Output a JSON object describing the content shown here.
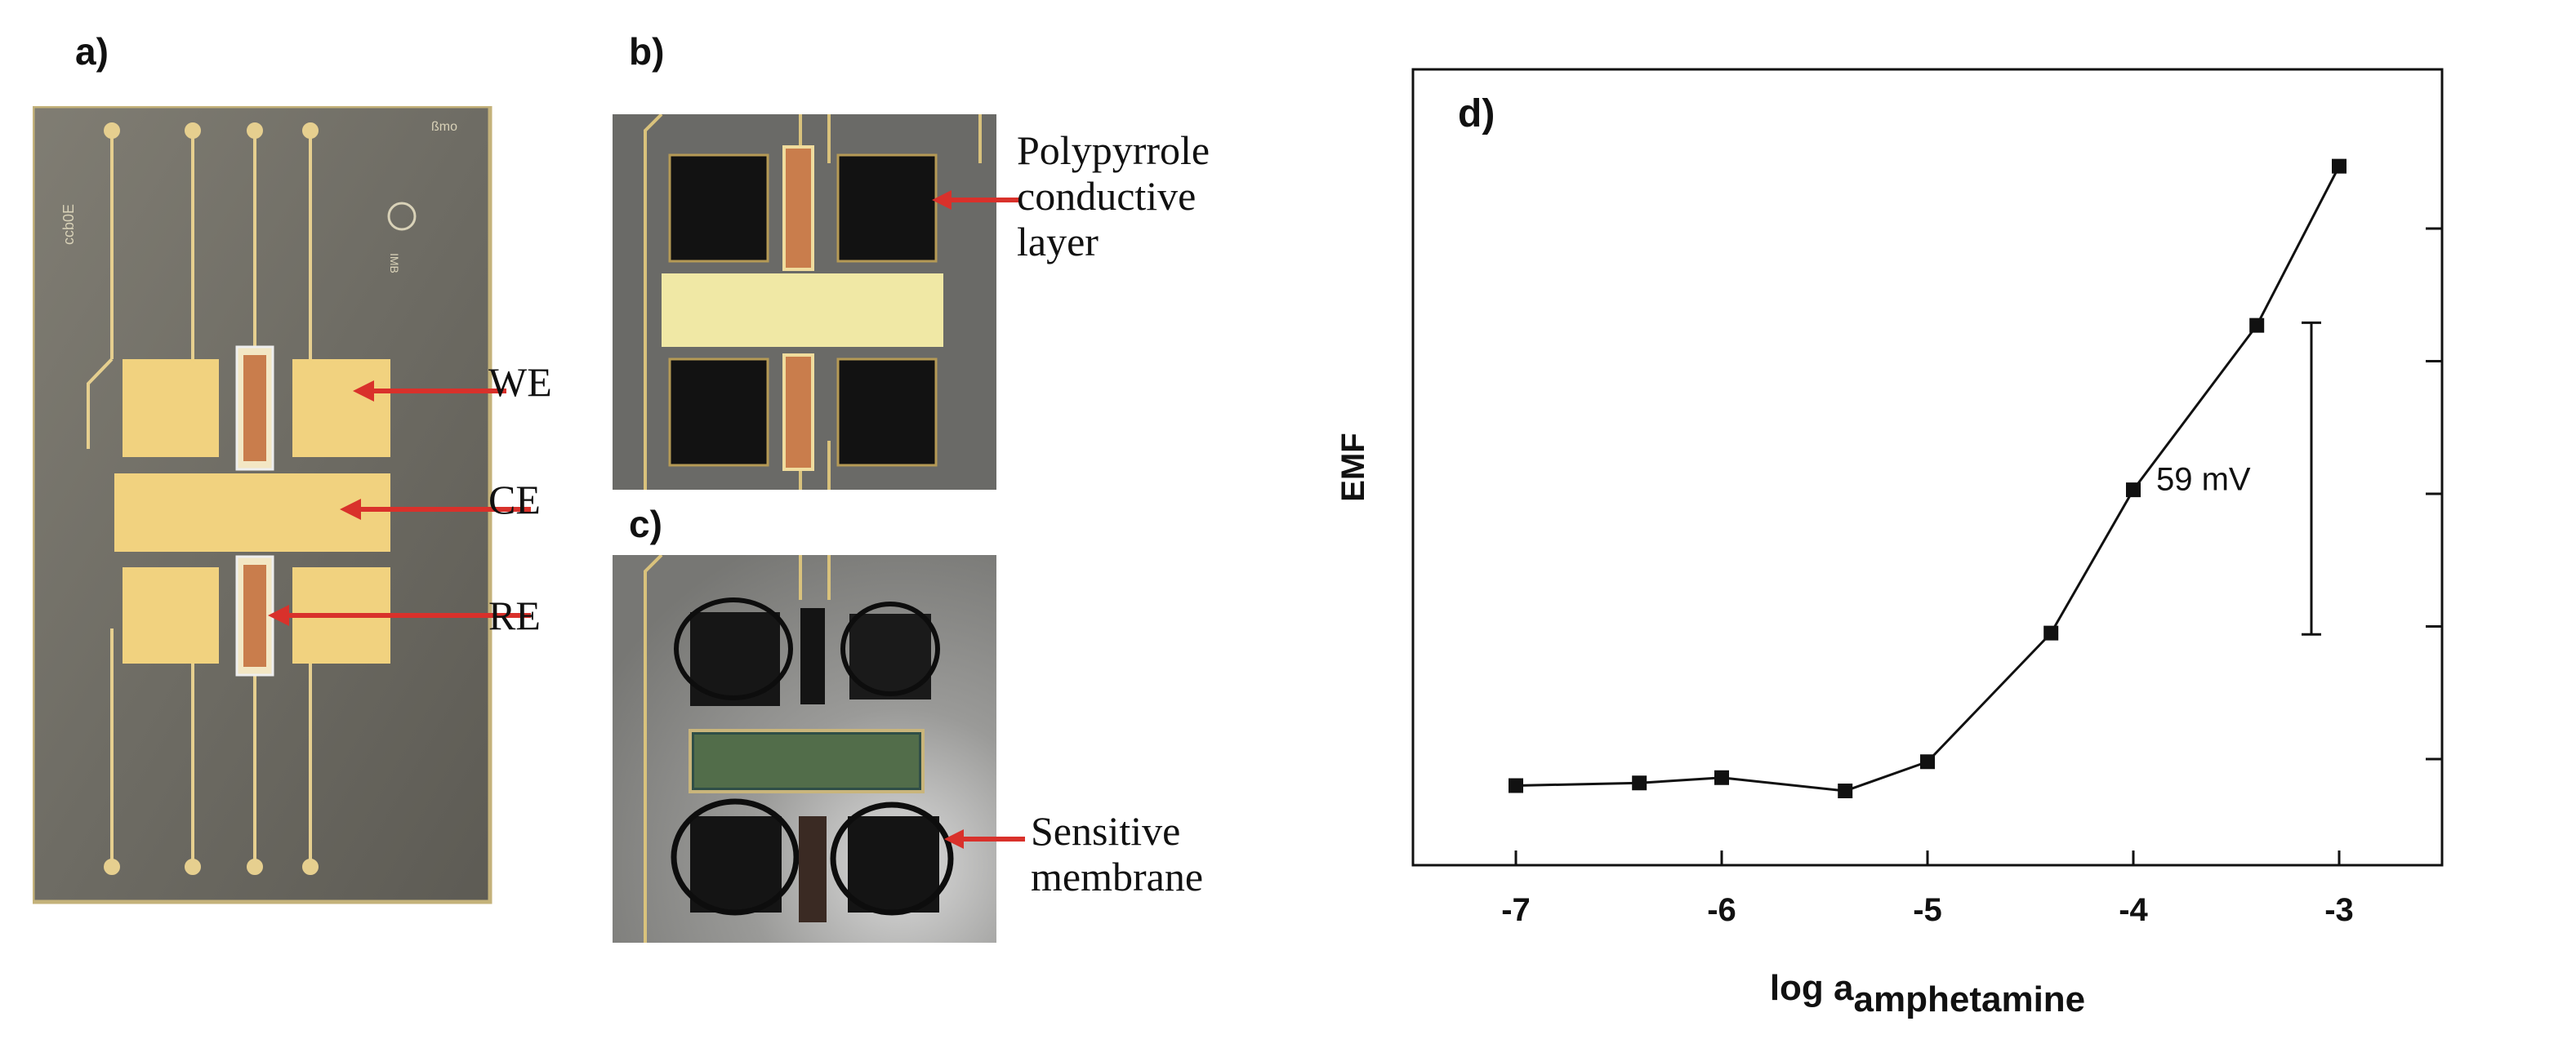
{
  "panels": {
    "a": {
      "label": "a)",
      "electrodes": [
        {
          "label": "WE",
          "color": "#d9312b"
        },
        {
          "label": "CE",
          "color": "#d9312b"
        },
        {
          "label": "RE",
          "color": "#d9312b"
        }
      ],
      "chip_marks": {
        "top_right": "ßmo",
        "side": "ccb0E",
        "logo_text": "IMB"
      }
    },
    "b": {
      "label": "b)",
      "annotation": [
        "Polypyrrole",
        "conductive",
        "layer"
      ]
    },
    "c": {
      "label": "c)",
      "annotation": [
        "Sensitive",
        "membrane"
      ]
    },
    "d": {
      "label": "d)"
    }
  },
  "colors": {
    "arrow": "#d9312b",
    "chip_bg": "#6e6c64",
    "gold": "#f1d27f",
    "polypyrrole": "#c97d4c",
    "black_pad": "#121212"
  },
  "chart_data": {
    "type": "line",
    "xlabel": "log a",
    "xlabel_subscript": "amphetamine",
    "ylabel": "EMF",
    "x": [
      -7,
      -6.4,
      -6,
      -5.4,
      -5,
      -4.4,
      -4,
      -3.4,
      -3
    ],
    "y": [
      10,
      12,
      16,
      6,
      28,
      125,
      233,
      357,
      477
    ],
    "xlim": [
      -7.5,
      -2.5
    ],
    "ylim": [
      -50,
      550
    ],
    "xticks": [
      "-7",
      "-6",
      "-5",
      "-4",
      "-3"
    ],
    "xtick_values": [
      -7,
      -6,
      -5,
      -4,
      -3
    ],
    "ytick_values": [
      30,
      130,
      230,
      330,
      430
    ],
    "grid": false,
    "marker": "square",
    "scale_bar": {
      "label": "59 mV",
      "y_from": 124,
      "y_to": 359
    }
  }
}
